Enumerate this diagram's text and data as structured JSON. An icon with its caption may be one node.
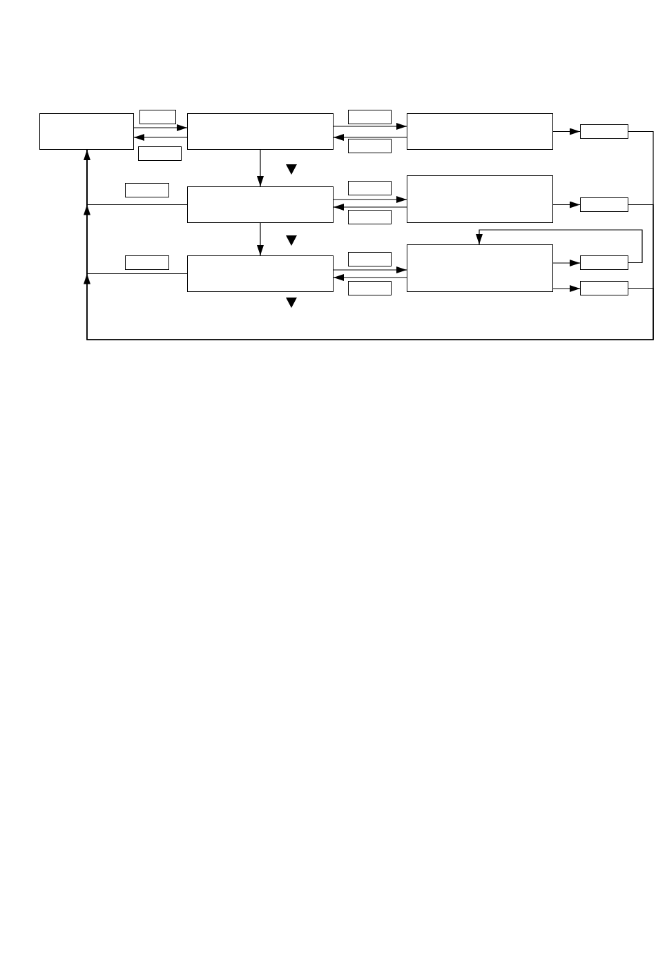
{
  "diagram": {
    "nodes": [
      {
        "text": [],
        "shape": "box"
      },
      {
        "text": [],
        "shape": "box"
      },
      {
        "text": [],
        "shape": "box"
      },
      {
        "text": [],
        "shape": "box"
      },
      {
        "text": [],
        "shape": "box"
      },
      {
        "text": [],
        "shape": "box"
      },
      {
        "text": [],
        "shape": "box"
      },
      {
        "text": [],
        "shape": "box"
      },
      {
        "text": [],
        "shape": "box"
      },
      {
        "text": [],
        "shape": "box"
      },
      {
        "text": [],
        "shape": "box"
      },
      {
        "text": [],
        "shape": "box"
      },
      {
        "text": [],
        "shape": "box"
      },
      {
        "text": [],
        "shape": "box"
      },
      {
        "text": [],
        "shape": "box"
      },
      {
        "text": [],
        "shape": "box"
      },
      {
        "text": [],
        "shape": "box"
      },
      {
        "text": [],
        "shape": "box"
      },
      {
        "text": [],
        "shape": "box"
      },
      {
        "text": [],
        "shape": "box"
      },
      {
        "text": [],
        "shape": "box"
      }
    ],
    "edges": [
      {
        "from": 0,
        "to": 3,
        "arrow": "to"
      },
      {
        "from": 3,
        "to": 0,
        "arrow": "to"
      },
      {
        "from": 3,
        "to": 6,
        "arrow": "to"
      },
      {
        "from": 6,
        "to": 3,
        "arrow": "to"
      },
      {
        "from": 6,
        "to": 7,
        "arrow": "to"
      },
      {
        "from": 3,
        "to": 9,
        "arrow": "to"
      },
      {
        "from": 9,
        "to": 12,
        "arrow": "to"
      },
      {
        "from": 12,
        "to": 9,
        "arrow": "to"
      },
      {
        "from": 12,
        "to": 13,
        "arrow": "to"
      },
      {
        "from": 9,
        "to": 15,
        "arrow": "to"
      },
      {
        "from": 15,
        "to": 18,
        "arrow": "to"
      },
      {
        "from": 18,
        "to": 15,
        "arrow": "to"
      },
      {
        "from": 18,
        "to": 19,
        "arrow": "to"
      },
      {
        "from": 18,
        "to": 20,
        "arrow": "to"
      },
      {
        "from": 19,
        "to": 18,
        "arrow": "to"
      },
      {
        "from": 9,
        "to": 0,
        "arrow": "to"
      },
      {
        "from": 15,
        "to": 0,
        "arrow": "to"
      },
      {
        "from": 7,
        "to": 0,
        "arrow": "to"
      },
      {
        "from": 13,
        "to": 0,
        "arrow": "to"
      },
      {
        "from": 20,
        "to": 0,
        "arrow": "to"
      }
    ]
  }
}
